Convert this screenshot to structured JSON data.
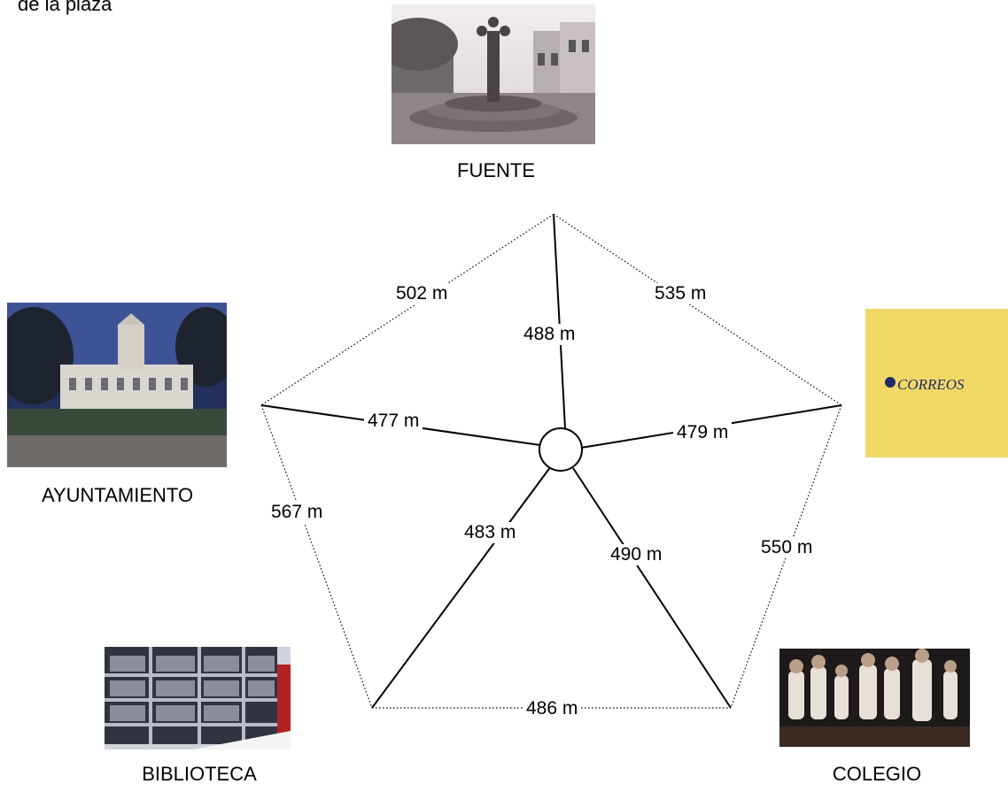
{
  "caption": "de la plaza",
  "places": {
    "fuente": "FUENTE",
    "ayuntamiento": "AYUNTAMIENTO",
    "biblioteca": "BIBLIOTECA",
    "colegio": "COLEGIO",
    "correos_logo_text": "CORREOS"
  },
  "distances": {
    "fuente_ayuntamiento": "502 m",
    "fuente_correos": "535 m",
    "fuente_centro": "488 m",
    "ayuntamiento_centro": "477 m",
    "correos_centro": "479 m",
    "ayuntamiento_biblioteca": "567 m",
    "biblioteca_centro": "483 m",
    "colegio_centro": "490 m",
    "correos_colegio": "550 m",
    "biblioteca_colegio": "486 m"
  }
}
